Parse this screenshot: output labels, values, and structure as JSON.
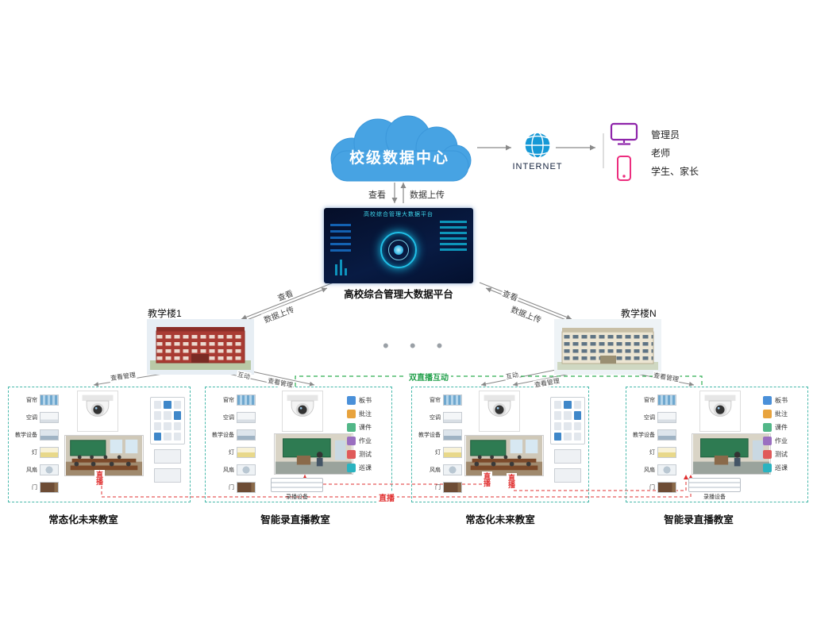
{
  "cloud": {
    "label": "校级数据中心"
  },
  "internet": {
    "label": "INTERNET"
  },
  "users": {
    "admin": "管理员",
    "teacher": "老师",
    "students": "学生、家长"
  },
  "flow": {
    "view": "查看",
    "upload": "数据上传",
    "view_manage": "查看管理",
    "interact": "互动",
    "live": "直播",
    "dual_live": "双直播互动"
  },
  "platform": {
    "screen_title": "高校综合管理大数据平台",
    "caption": "高校综合管理大数据平台"
  },
  "buildings": {
    "b1": "教学楼1",
    "bn": "教学楼N"
  },
  "ellipsis": "•  •  •",
  "devices": [
    "窗帘",
    "空调",
    "教学设备",
    "灯",
    "风扇",
    "门"
  ],
  "functions": [
    "板书",
    "批注",
    "课件",
    "作业",
    "测试",
    "巡课"
  ],
  "recorder": {
    "label": "录播设备"
  },
  "classrooms": [
    "常态化未来教室",
    "智能录直播教室",
    "常态化未来教室",
    "智能录直播教室"
  ]
}
